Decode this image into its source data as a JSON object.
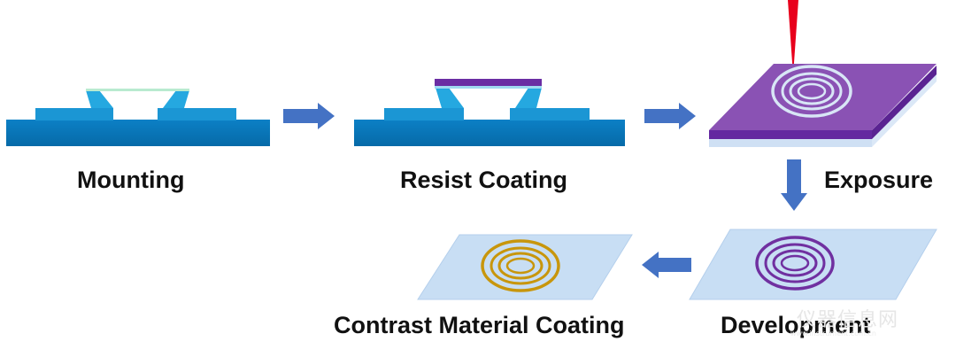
{
  "steps": {
    "mounting": "Mounting",
    "resist": "Resist Coating",
    "exposure": "Exposure",
    "development": "Development",
    "contrast": "Contrast Material Coating"
  },
  "watermark": {
    "text": "仪器信息网",
    "sub": "www.instrument.com.cn"
  },
  "colors": {
    "substrate": "#0a7bc2",
    "base_top": "#1e9ad8",
    "membrane": "#9fd9f0",
    "resist": "#6a2da3",
    "resist_top": "#8a52b4",
    "arrow": "#4472c4",
    "laser": "#e8001c",
    "plate": "#c8def4",
    "rings_exposed": "#d8e6f6",
    "rings_developed": "#7030a0",
    "rings_contrast": "#c8960c"
  }
}
